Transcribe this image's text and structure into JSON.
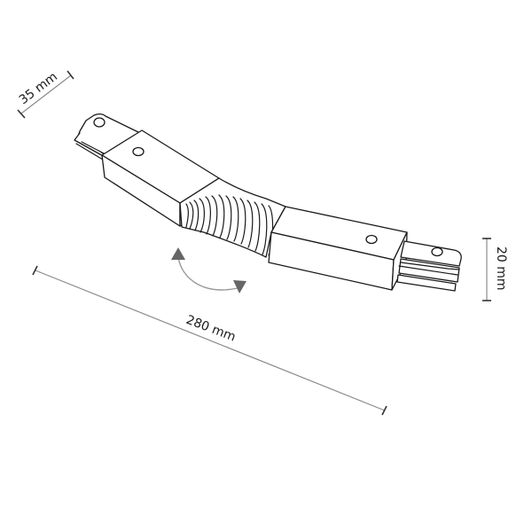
{
  "drawing": {
    "subject": "flexible track connector",
    "line_color": "#1a1a1a",
    "dimension_line_color": "#8a8a8a",
    "arrow_color": "#666666"
  },
  "dimensions": {
    "width": {
      "label": "35 mm",
      "value": 35,
      "unit": "mm"
    },
    "height": {
      "label": "20 mm",
      "value": 20,
      "unit": "mm"
    },
    "length": {
      "label": "280 mm",
      "value": 280,
      "unit": "mm"
    }
  },
  "icons": {
    "rotation": "bidirectional-rotation-arrow"
  }
}
